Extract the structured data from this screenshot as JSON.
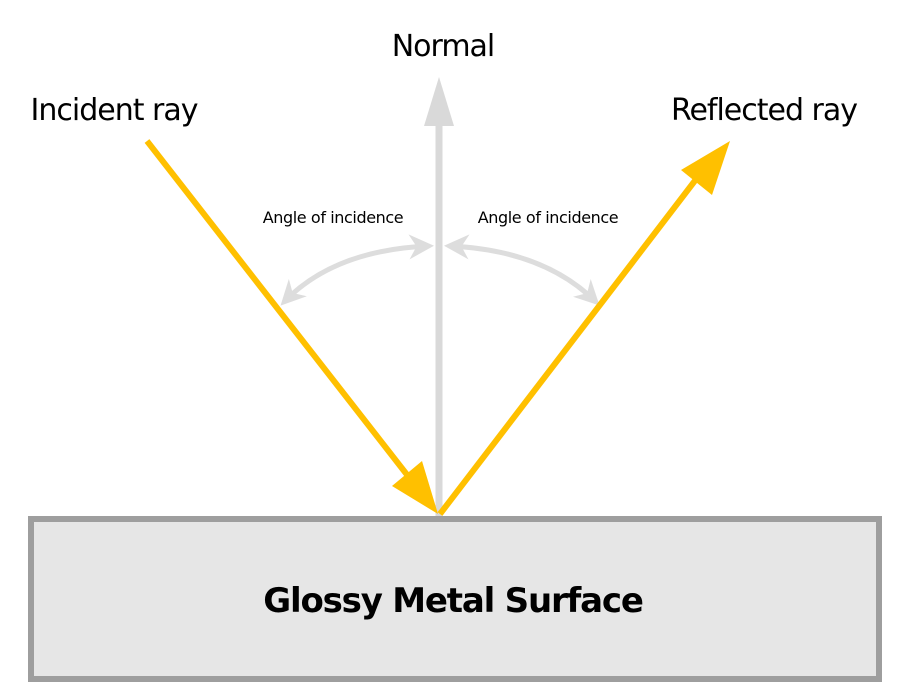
{
  "title": "Reflection of light on a glossy metal surface",
  "labels": {
    "normal": "Normal",
    "incident": "Incident ray",
    "reflected": "Reflected ray",
    "angle_left": "Angle of incidence",
    "angle_right": "Angle of incidence",
    "surface": "Glossy Metal Surface"
  },
  "colors": {
    "ray": "#FFC000",
    "normal_arrow": "#D9D9D9",
    "angle_arc": "#DDDDDD",
    "surface_fill": "#E6E6E6",
    "surface_border": "#9E9E9E",
    "text": "#000000",
    "background": "#FFFFFF"
  }
}
